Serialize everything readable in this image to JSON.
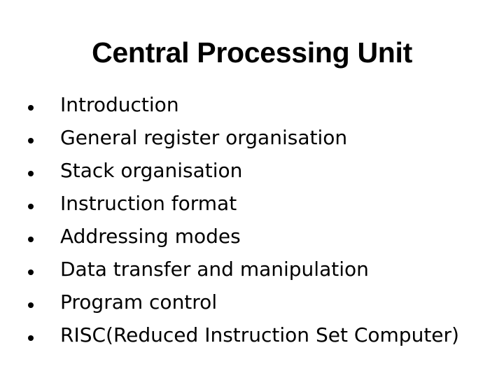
{
  "slide": {
    "title": "Central Processing Unit",
    "background_color": "#ffffff",
    "text_color": "#000000",
    "bullet_glyph": "filled-circle",
    "bullets": [
      {
        "label": "Introduction"
      },
      {
        "label": "General register organisation"
      },
      {
        "label": "Stack organisation"
      },
      {
        "label": "Instruction format"
      },
      {
        "label": "Addressing modes"
      },
      {
        "label": "Data transfer and manipulation"
      },
      {
        "label": "Program control"
      },
      {
        "label": "RISC(Reduced Instruction Set Computer)"
      }
    ]
  }
}
